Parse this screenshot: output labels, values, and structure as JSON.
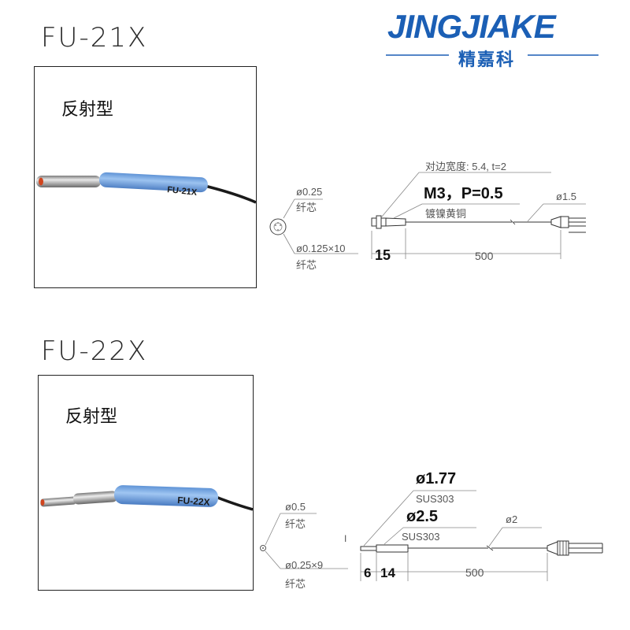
{
  "logo": {
    "brand": "JINGJIAKE",
    "cn_name": "精嘉科",
    "brand_color": "#1b5fb5"
  },
  "sensor1": {
    "model": "FU-21X",
    "type_label": "反射型",
    "sleeve_text": "FU-21X",
    "core_dia": "ø0.25",
    "core_label1": "纤芯",
    "strand_spec": "ø0.125×10",
    "core_label2": "纤芯",
    "hex_width": "对边宽度: 5.4, t=2",
    "thread": "M3，P=0.5",
    "material": "镀镍黄铜",
    "cable_dia": "ø1.5",
    "head_length": "15",
    "cable_length": "500"
  },
  "sensor2": {
    "model": "FU-22X",
    "type_label": "反射型",
    "sleeve_text": "FU-22X",
    "core_dia": "ø0.5",
    "core_label1": "纤芯",
    "strand_spec": "ø0.25×9",
    "core_label2": "纤芯",
    "tip_dia": "ø1.77",
    "tip_material": "SUS303",
    "body_dia": "ø2.5",
    "body_material": "SUS303",
    "cable_dia": "ø2",
    "tip_length": "6",
    "body_length": "14",
    "cable_length": "500",
    "stray_mark": "I"
  },
  "colors": {
    "sleeve_blue": "#7eaee6",
    "metal": "#b8b8b8",
    "cable": "#1a1a1a",
    "lens": "#d0451e"
  }
}
